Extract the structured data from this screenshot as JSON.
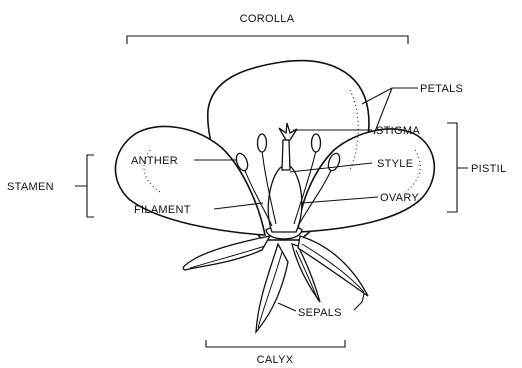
{
  "labels": {
    "corolla": "COROLLA",
    "petals": "PETALS",
    "stigma": "STIGMA",
    "style": "STYLE",
    "ovary": "OVARY",
    "pistil": "PISTIL",
    "anther": "ANTHER",
    "filament": "FILAMENT",
    "stamen": "STAMEN",
    "sepals": "SEPALS",
    "calyx": "CALYX"
  }
}
